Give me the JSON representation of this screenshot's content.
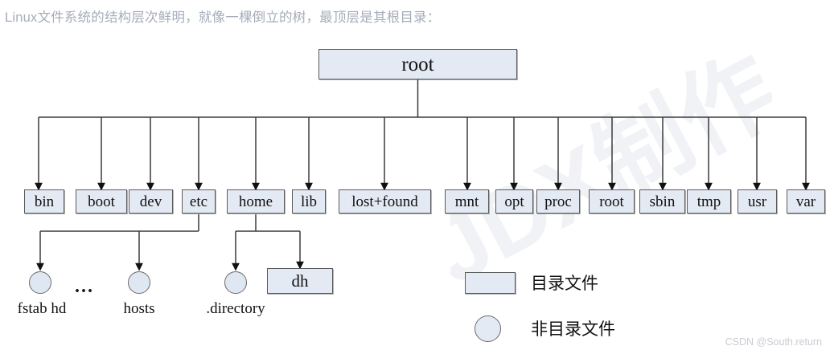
{
  "heading": {
    "text": "Linux文件系统的结构层次鲜明，就像一棵倒立的树，最顶层是其根目录："
  },
  "watermark": {
    "big_text": "JDX制作",
    "credit": "CSDN @South.return"
  },
  "diagram": {
    "root": {
      "label": "root"
    },
    "top_level_dirs": [
      {
        "label": "bin"
      },
      {
        "label": "boot"
      },
      {
        "label": "dev"
      },
      {
        "label": "etc"
      },
      {
        "label": "home"
      },
      {
        "label": "lib"
      },
      {
        "label": "lost+found"
      },
      {
        "label": "mnt"
      },
      {
        "label": "opt"
      },
      {
        "label": "proc"
      },
      {
        "label": "root"
      },
      {
        "label": "sbin"
      },
      {
        "label": "tmp"
      },
      {
        "label": "usr"
      },
      {
        "label": "var"
      }
    ],
    "etc_children": [
      {
        "label": "fstab hd",
        "kind": "file"
      },
      {
        "label": "...",
        "kind": "ellipsis"
      },
      {
        "label": "hosts",
        "kind": "file"
      }
    ],
    "home_children": [
      {
        "label": ".directory",
        "kind": "file"
      },
      {
        "label": "dh",
        "kind": "dir"
      }
    ]
  },
  "legend": {
    "dir_label": "目录文件",
    "file_label": "非目录文件"
  },
  "colors": {
    "node_fill": "#e4eaf4",
    "node_stroke": "#5a5a5a",
    "heading_text": "#a6adba",
    "wire": "#3a3a3a",
    "credit_text": "#c9ccd1"
  }
}
